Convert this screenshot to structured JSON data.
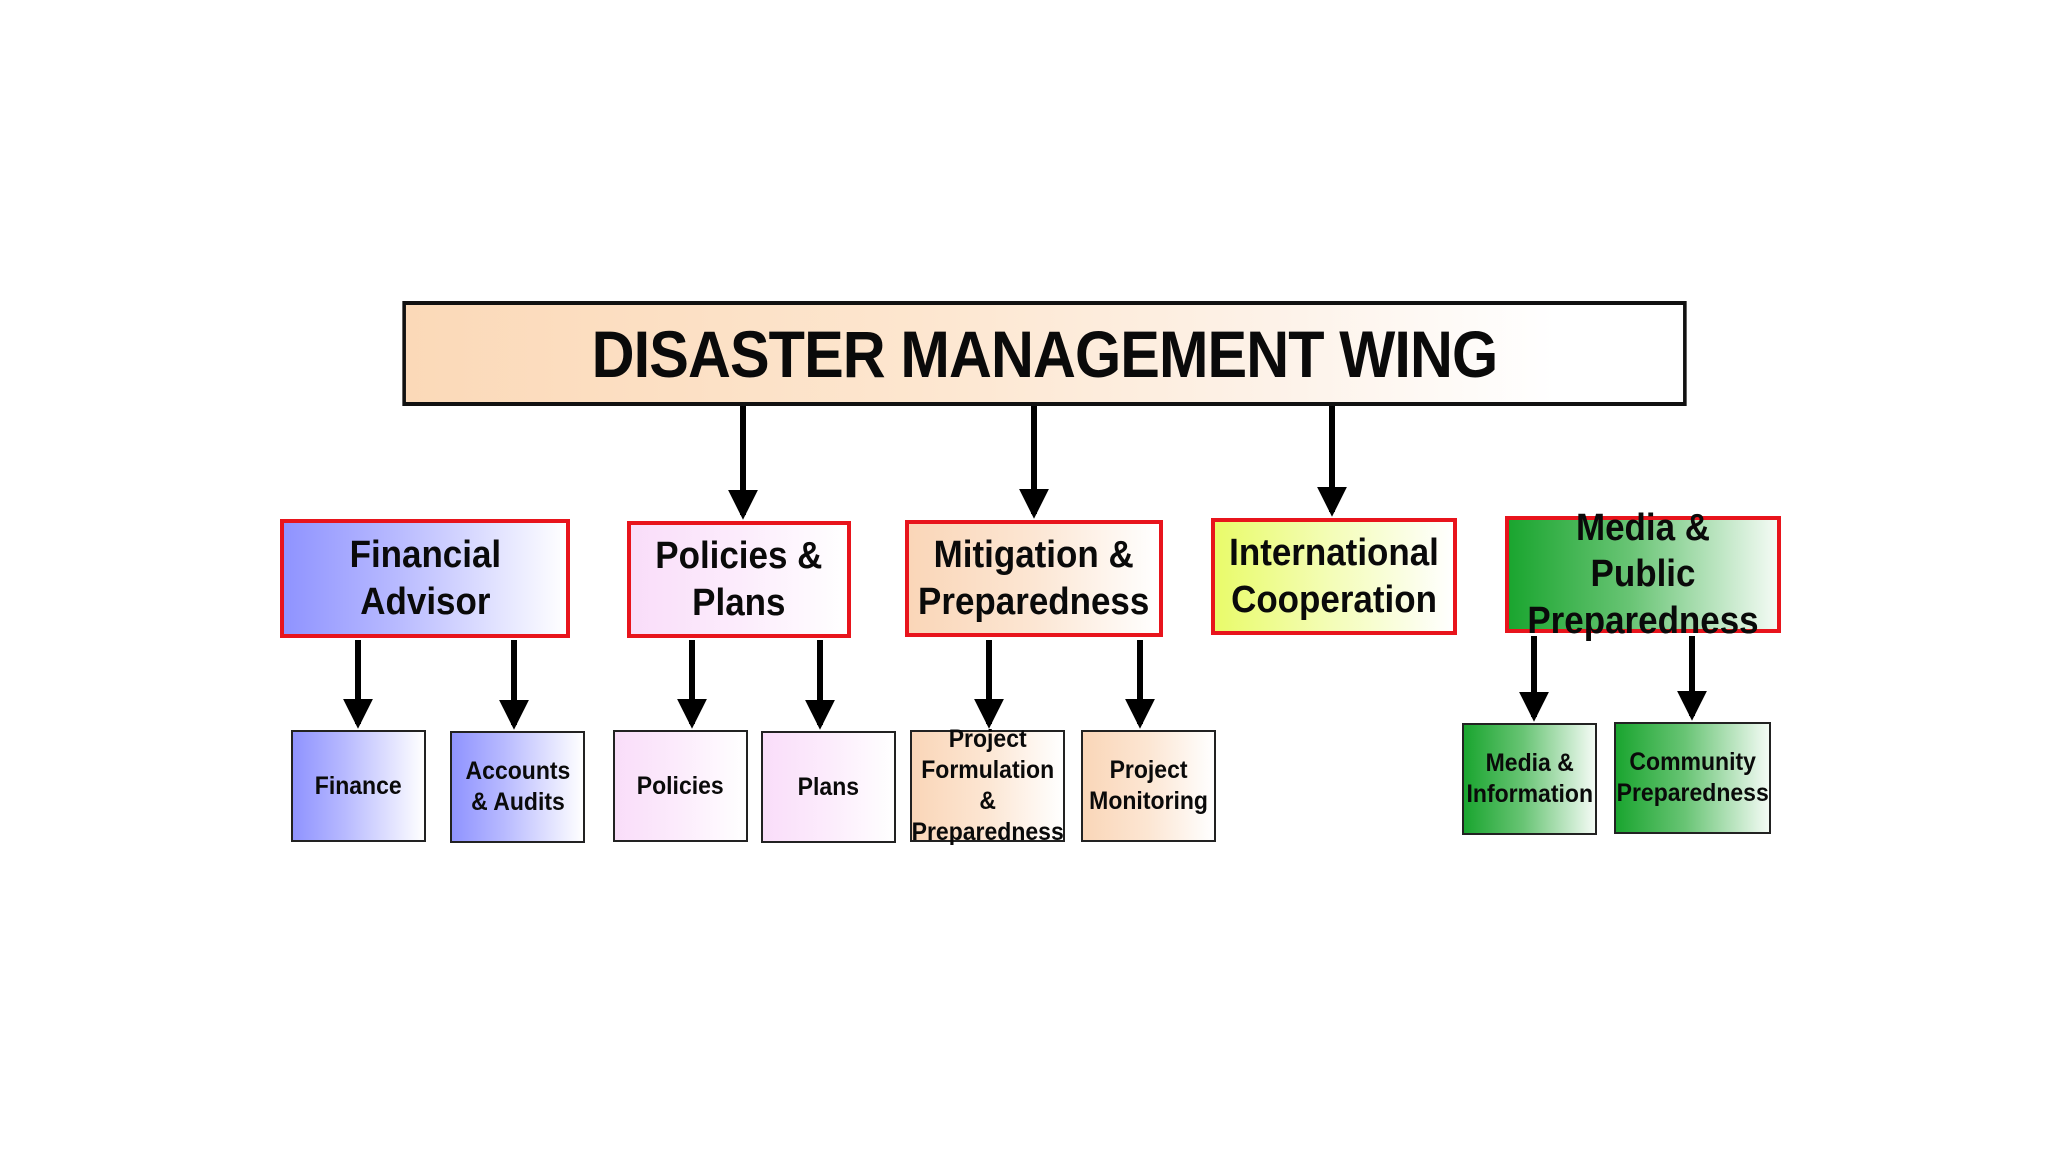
{
  "diagram": {
    "title": "DISASTER MANAGEMENT WING",
    "departments": {
      "financial_advisor": "Financial\nAdvisor",
      "policies_plans": "Policies &\nPlans",
      "mitigation": "Mitigation &\nPreparedness",
      "international": "International\nCooperation",
      "media_public": "Media & Public\nPreparedness"
    },
    "units": {
      "finance": "Finance",
      "accounts_audits": "Accounts\n& Audits",
      "policies": "Policies",
      "plans": "Plans",
      "project_formulation": "Project\nFormulation &\nPreparedness",
      "project_monitoring": "Project\nMonitoring",
      "media_information": "Media &\nInformation",
      "community_preparedness": "Community\nPreparedness"
    },
    "colors": {
      "dept_border": "#e8141c",
      "arrow": "#000000",
      "financial_gradient": "#8f93ff",
      "policies_gradient": "#f9ddf9",
      "mitigation_gradient": "#fad6b8",
      "international_gradient": "#e9fb6a",
      "media_gradient": "#1aa52f"
    }
  }
}
